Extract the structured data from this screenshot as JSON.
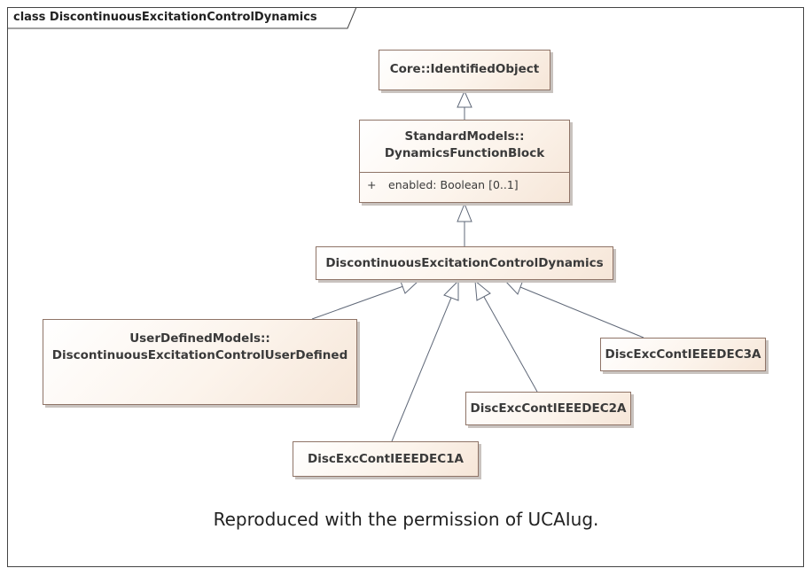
{
  "diagram": {
    "frame_title": "class DiscontinuousExcitationControlDynamics",
    "classes": {
      "identified_object": {
        "name": "Core::IdentifiedObject"
      },
      "dynamics_function_block": {
        "name_line1": "StandardModels::",
        "name_line2": "DynamicsFunctionBlock",
        "attribute": {
          "visibility": "+",
          "text": "enabled: Boolean [0..1]"
        }
      },
      "dec_dynamics": {
        "name": "DiscontinuousExcitationControlDynamics"
      },
      "user_defined": {
        "name_line1": "UserDefinedModels::",
        "name_line2": "DiscontinuousExcitationControlUserDefined"
      },
      "dec1a": {
        "name": "DiscExcContIEEEDEC1A"
      },
      "dec2a": {
        "name": "DiscExcContIEEEDEC2A"
      },
      "dec3a": {
        "name": "DiscExcContIEEEDEC3A"
      }
    },
    "caption": "Reproduced with the permission of UCAIug.",
    "colors": {
      "class_border": "#8f7467",
      "class_fill_start": "#ffffff",
      "class_fill_end": "#f6e6d8",
      "edge": "#5f6878",
      "frame_border": "#444444"
    }
  }
}
